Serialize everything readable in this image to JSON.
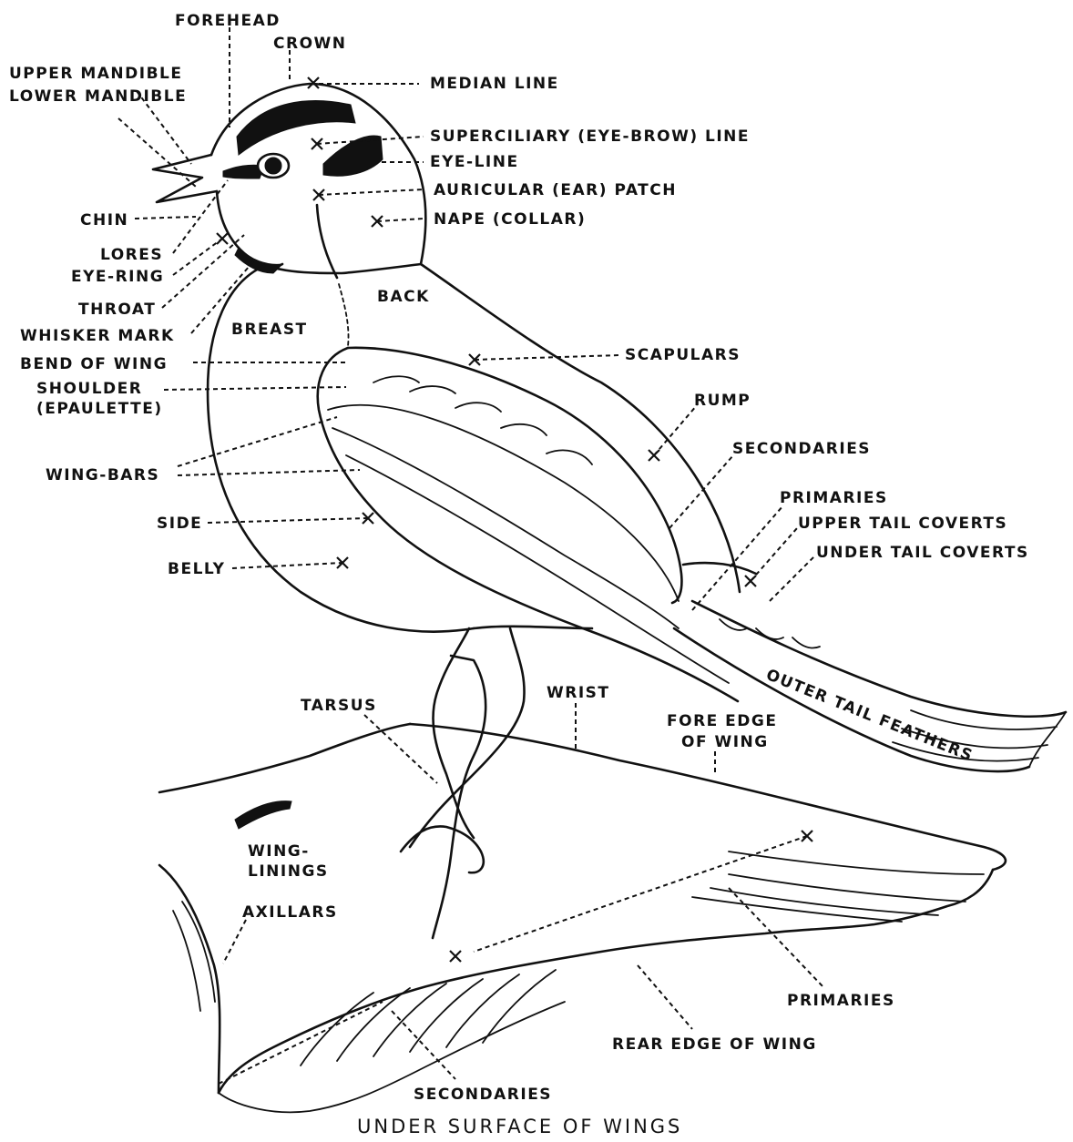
{
  "labels": {
    "forehead": "FOREHEAD",
    "crown": "CROWN",
    "upper_mandible": "UPPER MANDIBLE",
    "lower_mandible": "LOWER MANDIBLE",
    "median_line": "MEDIAN LINE",
    "superciliary": "SUPERCILIARY (EYE-BROW) LINE",
    "eye_line": "EYE-LINE",
    "auricular": "AURICULAR (EAR) PATCH",
    "nape": "NAPE (COLLAR)",
    "chin": "CHIN",
    "lores": "LORES",
    "eye_ring": "EYE-RING",
    "throat": "THROAT",
    "whisker_mark": "WHISKER MARK",
    "bend_of_wing": "BEND OF WING",
    "shoulder": "SHOULDER",
    "epaulette": "(EPAULETTE)",
    "breast": "BREAST",
    "back": "BACK",
    "scapulars": "SCAPULARS",
    "rump": "RUMP",
    "secondaries_top": "SECONDARIES",
    "wing_bars": "WING-BARS",
    "primaries_top": "PRIMARIES",
    "upper_tail_coverts": "UPPER TAIL COVERTS",
    "under_tail_coverts": "UNDER TAIL COVERTS",
    "side": "SIDE",
    "belly": "BELLY",
    "outer_tail_feathers": "OUTER TAIL FEATHERS",
    "tarsus": "TARSUS",
    "wrist": "WRIST",
    "fore_edge_1": "FORE EDGE",
    "fore_edge_2": "OF WING",
    "wing_linings_1": "WING-",
    "wing_linings_2": "LININGS",
    "axillars": "AXILLARS",
    "primaries_bottom": "PRIMARIES",
    "rear_edge": "REAR EDGE OF WING",
    "secondaries_bottom": "SECONDARIES",
    "caption": "UNDER SURFACE OF WINGS"
  },
  "colors": {
    "ink": "#111111",
    "paper": "#ffffff"
  }
}
